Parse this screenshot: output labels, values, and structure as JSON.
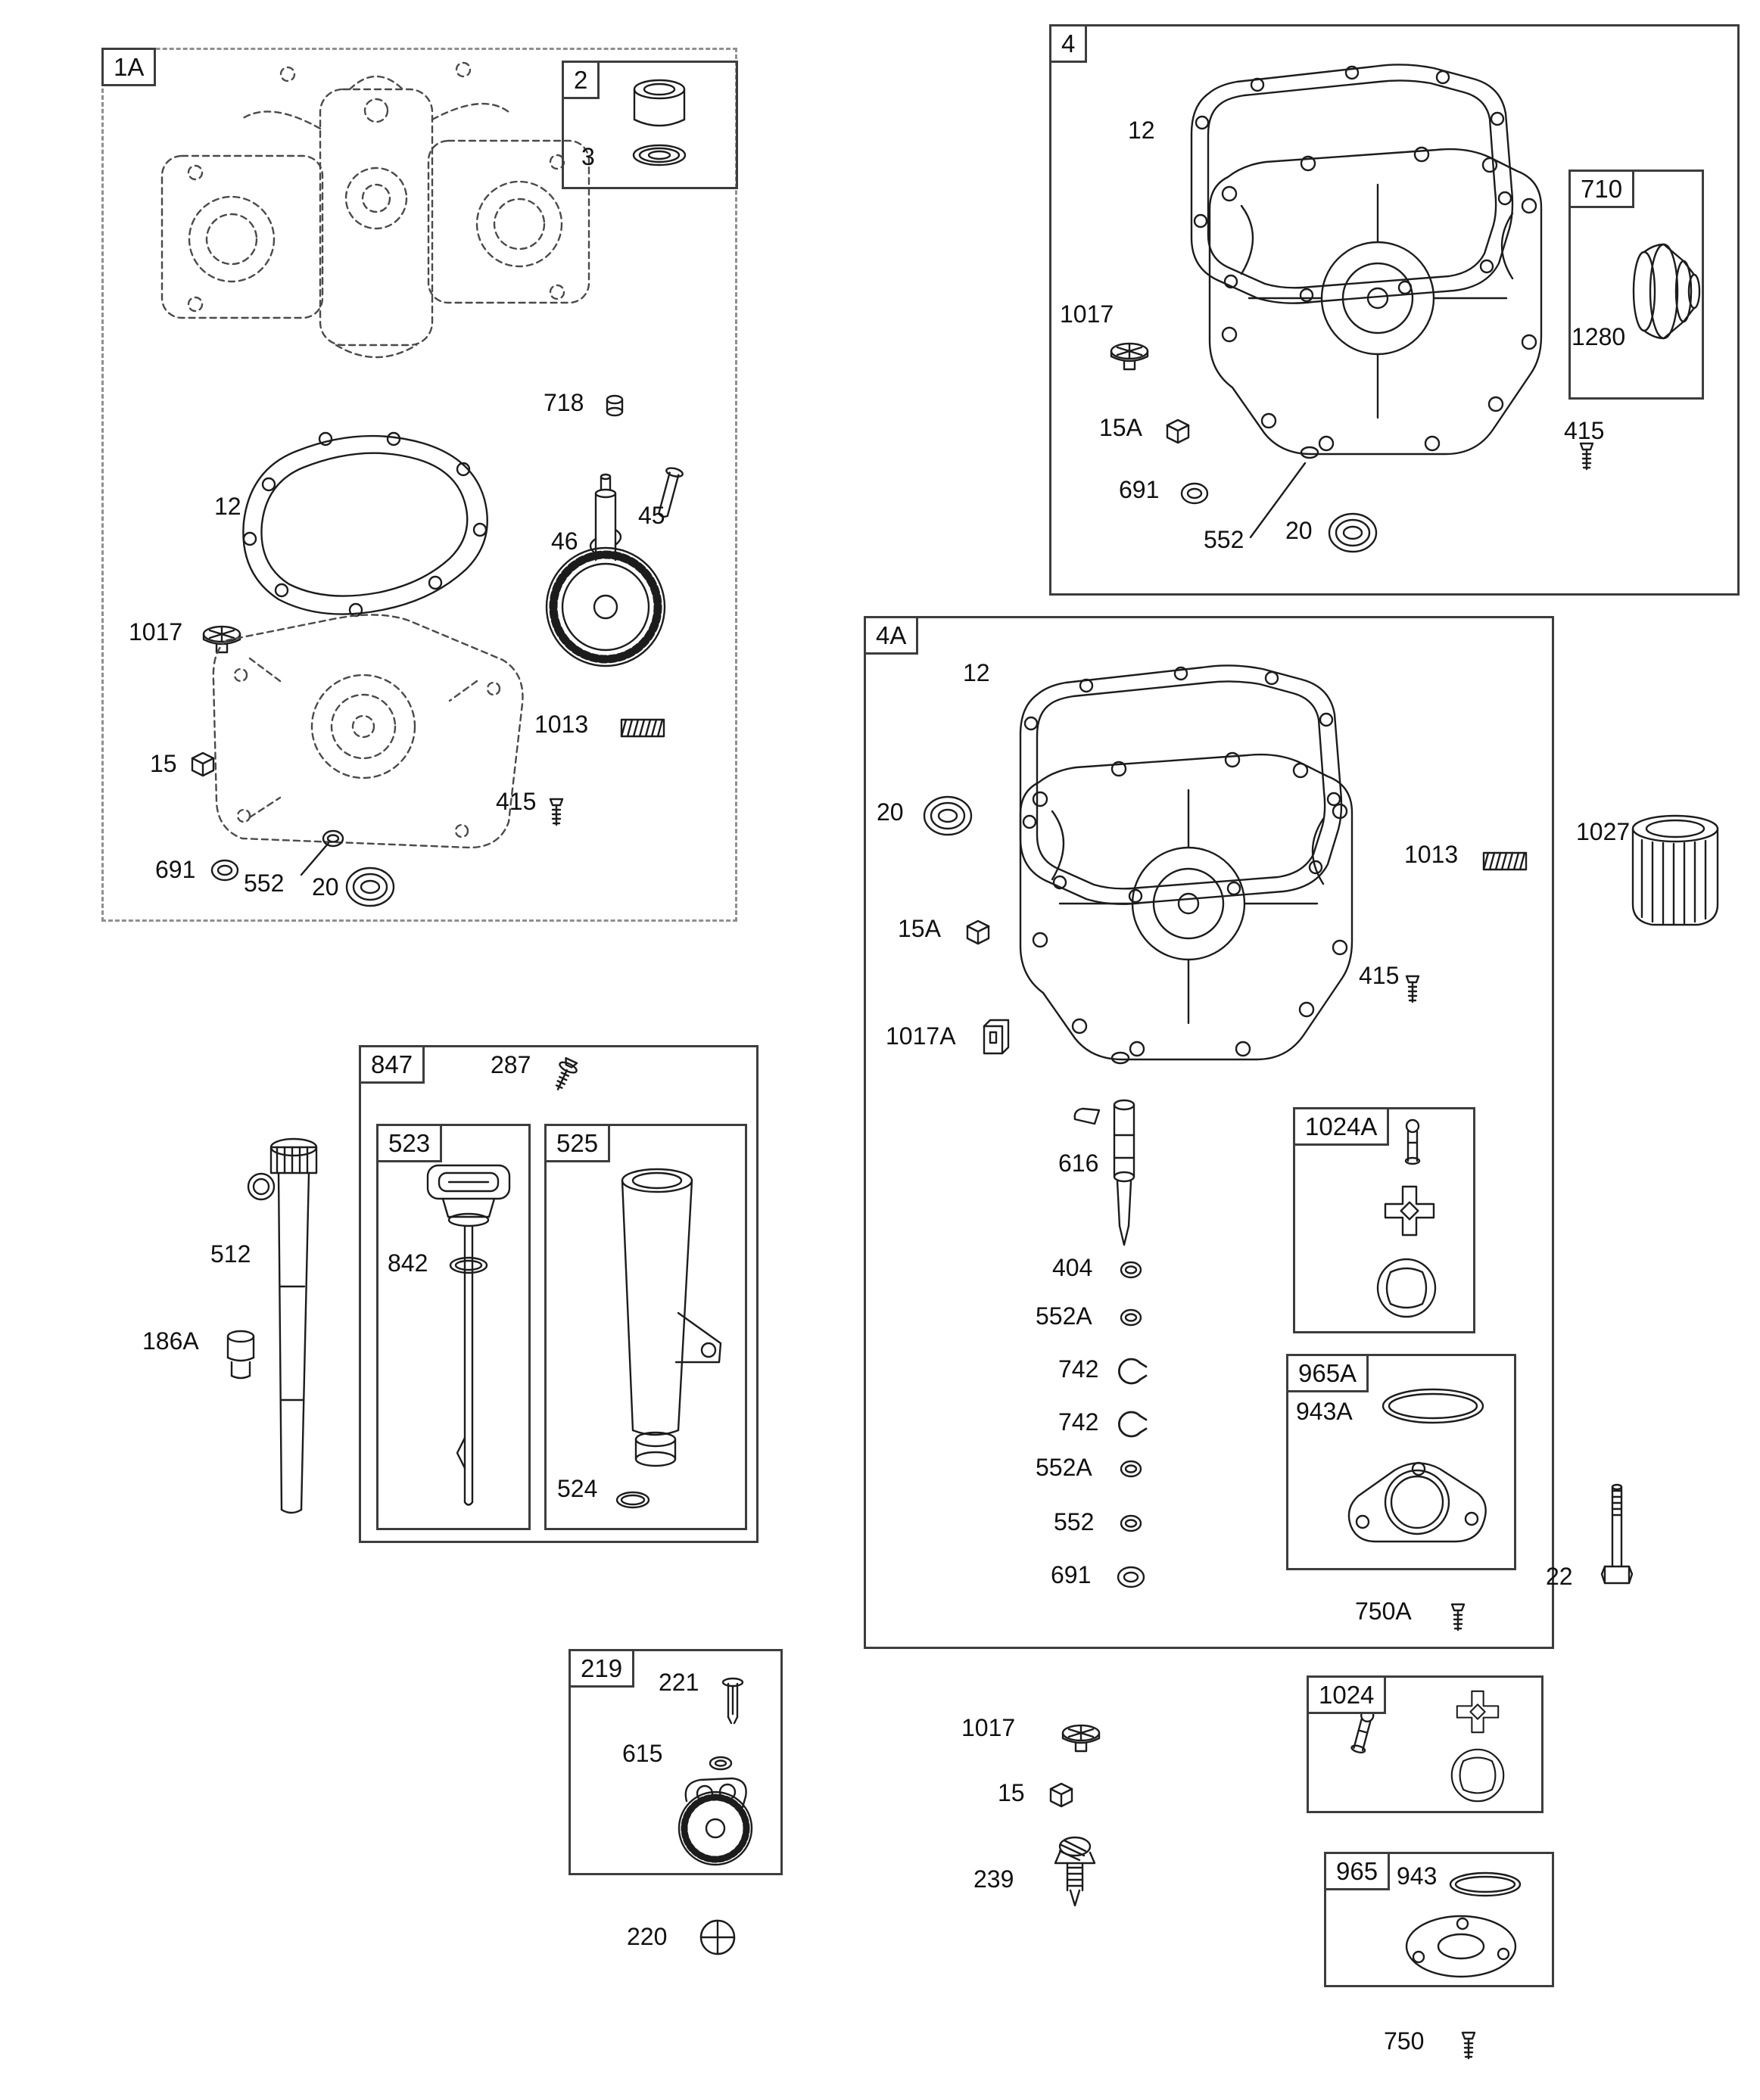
{
  "figure": {
    "name": "engine-crankcase-sump-parts-diagram"
  },
  "colors": {
    "line": "#1c1c1c",
    "box_border": "#3d3d3d"
  },
  "boxes": {
    "b1a": {
      "tag": "1A"
    },
    "b2": {
      "tag": "2"
    },
    "b4": {
      "tag": "4"
    },
    "b710": {
      "tag": "710"
    },
    "b4a": {
      "tag": "4A"
    },
    "b1024a": {
      "tag": "1024A"
    },
    "b965a": {
      "tag": "965A"
    },
    "b847": {
      "tag": "847"
    },
    "b523": {
      "tag": "523"
    },
    "b525": {
      "tag": "525"
    },
    "b219": {
      "tag": "219"
    },
    "b1024": {
      "tag": "1024"
    },
    "b965": {
      "tag": "965"
    }
  },
  "callouts": {
    "b1a_3": "3",
    "b1a_718": "718",
    "b1a_12": "12",
    "b1a_45": "45",
    "b1a_46": "46",
    "b1a_1017": "1017",
    "b1a_1013": "1013",
    "b1a_15": "15",
    "b1a_415": "415",
    "b1a_691": "691",
    "b1a_552": "552",
    "b1a_20": "20",
    "b4_12": "12",
    "b4_1017": "1017",
    "b4_15a": "15A",
    "b4_691": "691",
    "b4_552": "552",
    "b4_20": "20",
    "b4_415": "415",
    "b710_1280": "1280",
    "b4a_12": "12",
    "b4a_20": "20",
    "b4a_1013": "1013",
    "b4a_15a": "15A",
    "b4a_415": "415",
    "b4a_1017a": "1017A",
    "b4a_616": "616",
    "b4a_404": "404",
    "b4a_552a1": "552A",
    "b4a_742a": "742",
    "b4a_742b": "742",
    "b4a_552a2": "552A",
    "b4a_552": "552",
    "b4a_691": "691",
    "b965a_943a": "943A",
    "b4a_750a": "750A",
    "r_1027": "1027",
    "r_22": "22",
    "b847_287": "287",
    "b523_842": "842",
    "b525_524": "524",
    "l_512": "512",
    "l_186a": "186A",
    "b219_221": "221",
    "b219_615": "615",
    "b219_220": "220",
    "m_1017": "1017",
    "m_15": "15",
    "m_239": "239",
    "b965_943": "943",
    "b_750": "750"
  }
}
